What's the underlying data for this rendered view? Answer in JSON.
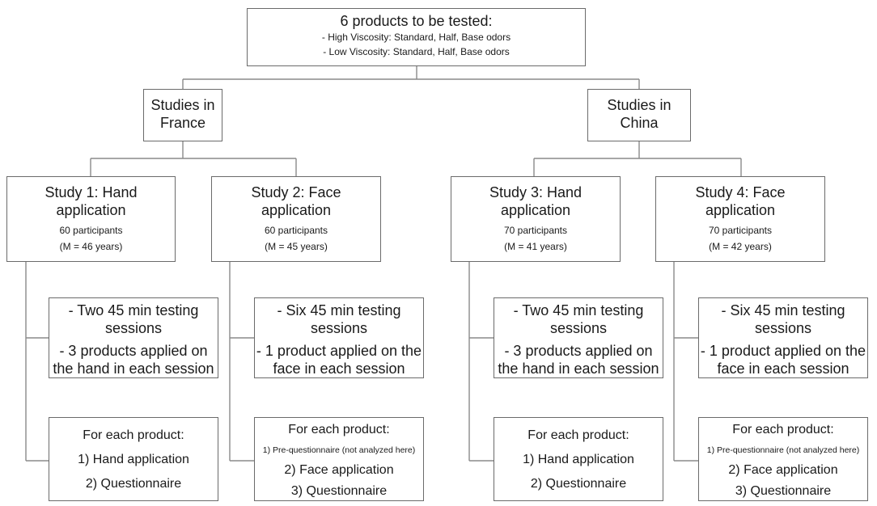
{
  "top": {
    "title": "6 products to be tested:",
    "line1": "- High Viscosity: Standard, Half, Base odors",
    "line2": "- Low Viscosity: Standard, Half, Base odors"
  },
  "regions": [
    {
      "label_line1": "Studies in",
      "label_line2": "France"
    },
    {
      "label_line1": "Studies in",
      "label_line2": "China"
    }
  ],
  "studies": [
    {
      "title_line1": "Study 1: Hand",
      "title_line2": "application",
      "participants": "60 participants",
      "mean_age": "(M = 46 years)",
      "sessions_line1": "- Two 45 min testing",
      "sessions_line2": "sessions",
      "products_line1": "- 3 products applied on",
      "products_line2": "the hand in each session",
      "steps_title": "For each product:",
      "steps": [
        "1) Hand application",
        "2) Questionnaire"
      ]
    },
    {
      "title_line1": "Study 2: Face",
      "title_line2": "application",
      "participants": "60 participants",
      "mean_age": "(M = 45 years)",
      "sessions_line1": "- Six 45 min testing",
      "sessions_line2": "sessions",
      "products_line1": "- 1 product applied on the",
      "products_line2": "face in each session",
      "steps_title": "For each product:",
      "steps": [
        "1) Pre-questionnaire (not analyzed here)",
        "2) Face application",
        "3) Questionnaire"
      ]
    },
    {
      "title_line1": "Study 3: Hand",
      "title_line2": "application",
      "participants": "70 participants",
      "mean_age": "(M = 41 years)",
      "sessions_line1": "- Two 45 min testing",
      "sessions_line2": "sessions",
      "products_line1": "- 3 products applied on",
      "products_line2": "the hand in each session",
      "steps_title": "For each product:",
      "steps": [
        "1) Hand application",
        "2) Questionnaire"
      ]
    },
    {
      "title_line1": "Study 4: Face",
      "title_line2": "application",
      "participants": "70 participants",
      "mean_age": "(M = 42 years)",
      "sessions_line1": "- Six 45 min testing",
      "sessions_line2": "sessions",
      "products_line1": "- 1 product applied on the",
      "products_line2": "face in each session",
      "steps_title": "For each product:",
      "steps": [
        "1) Pre-questionnaire (not analyzed here)",
        "2) Face application",
        "3) Questionnaire"
      ]
    }
  ]
}
